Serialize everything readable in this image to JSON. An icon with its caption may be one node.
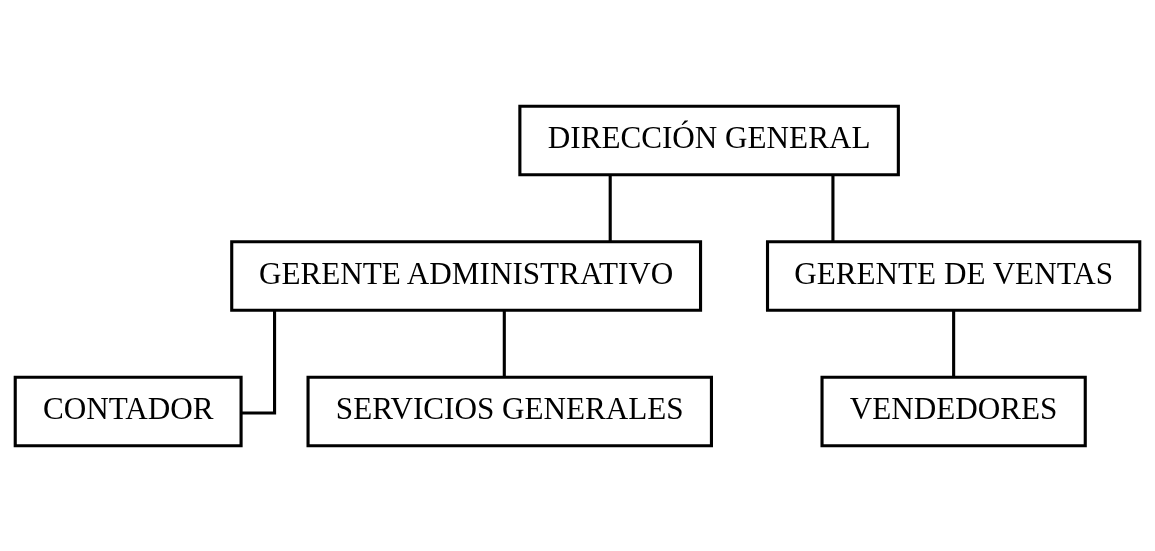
{
  "diagram": {
    "nodes": [
      {
        "text": [
          "DIRECCIÓN GENERAL"
        ]
      },
      {
        "text": [
          "GERENTE ADMINISTRATIVO"
        ]
      },
      {
        "text": [
          "GERENTE DE VENTAS"
        ]
      },
      {
        "text": [
          "CONTADOR"
        ]
      },
      {
        "text": [
          "SERVICIOS GENERALES"
        ]
      },
      {
        "text": [
          "VENDEDORES"
        ]
      }
    ],
    "edges": [
      {
        "from": 0,
        "to": 1,
        "arrow": "none"
      },
      {
        "from": 0,
        "to": 2,
        "arrow": "none"
      },
      {
        "from": 1,
        "to": 3,
        "arrow": "none"
      },
      {
        "from": 1,
        "to": 4,
        "arrow": "none"
      },
      {
        "from": 2,
        "to": 5,
        "arrow": "none"
      }
    ]
  }
}
